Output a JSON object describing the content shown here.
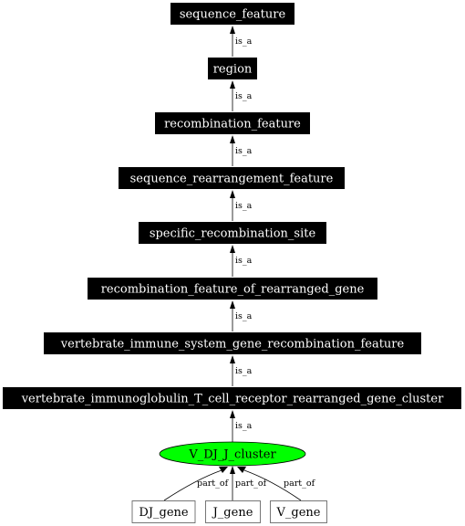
{
  "nodes": {
    "sequence_feature": "sequence_feature",
    "region": "region",
    "recombination_feature": "recombination_feature",
    "sequence_rearrangement_feature": "sequence_rearrangement_feature",
    "specific_recombination_site": "specific_recombination_site",
    "recombination_feature_of_rearranged_gene": "recombination_feature_of_rearranged_gene",
    "vertebrate_immune_system_gene_recombination_feature": "vertebrate_immune_system_gene_recombination_feature",
    "vertebrate_immunoglobulin_T_cell_receptor_rearranged_gene_cluster": "vertebrate_immunoglobulin_T_cell_receptor_rearranged_gene_cluster",
    "V_DJ_J_cluster": "V_DJ_J_cluster",
    "DJ_gene": "DJ_gene",
    "J_gene": "J_gene",
    "V_gene": "V_gene"
  },
  "edges": {
    "isa_1": "is_a",
    "isa_2": "is_a",
    "isa_3": "is_a",
    "isa_4": "is_a",
    "isa_5": "is_a",
    "isa_6": "is_a",
    "isa_7": "is_a",
    "isa_8": "is_a",
    "partof_dj": "part_of",
    "partof_j": "part_of",
    "partof_v": "part_of"
  },
  "colors": {
    "term_fill": "#000000",
    "term_text": "#ffffff",
    "focus_fill": "#00ff00",
    "leaf_fill": "#ffffff",
    "leaf_border": "#555555",
    "edge": "#000000"
  }
}
